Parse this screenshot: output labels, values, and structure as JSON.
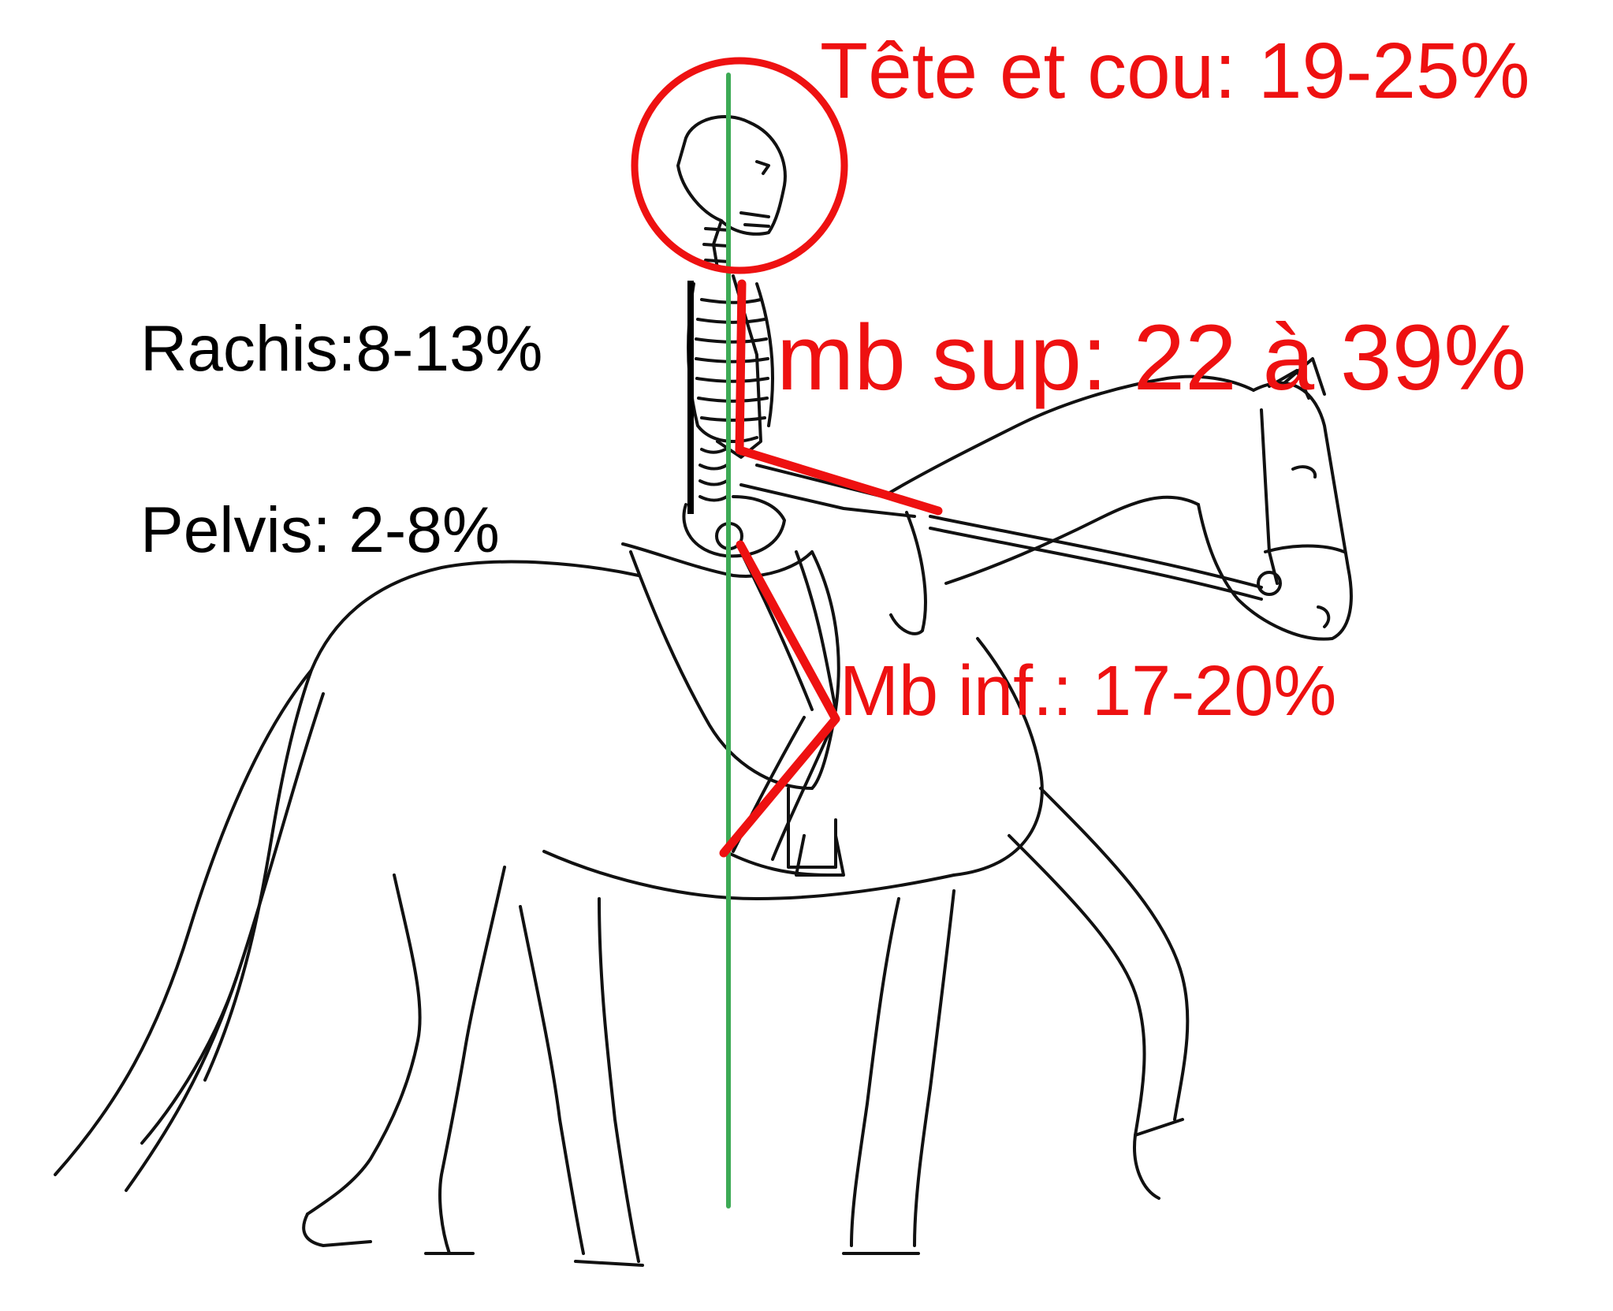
{
  "colors": {
    "background": "#ffffff",
    "drawing": "#111111",
    "annotation_red": "#ee1111",
    "axis_green": "#3daa55",
    "annotation_black": "#000000"
  },
  "labels": {
    "head_neck": "Tête et cou: 19-25%",
    "upper_limb": "mb sup: 22 à 39%",
    "lower_limb": "Mb inf.: 17-20%",
    "rachis": "Rachis:8-13%",
    "pelvis": "Pelvis: 2-8%"
  },
  "illustration": {
    "subject": "rider-skeleton-on-horse"
  }
}
